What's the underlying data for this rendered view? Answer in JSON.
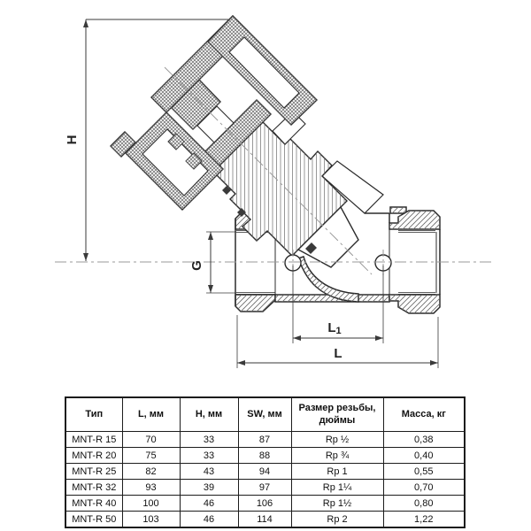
{
  "drawing": {
    "dim_height_label": "H",
    "dim_thread_label": "G",
    "dim_port_label_main": "L",
    "dim_port_label_sub": "1",
    "dim_length_label": "L"
  },
  "table": {
    "headers": [
      "Тип",
      "L, мм",
      "H, мм",
      "SW, мм",
      "Размер резьбы,\nдюймы",
      "Масса, кг"
    ],
    "rows": [
      [
        "MNT-R 15",
        "70",
        "33",
        "87",
        "Rp ½",
        "0,38"
      ],
      [
        "MNT-R 20",
        "75",
        "33",
        "88",
        "Rp ¾",
        "0,40"
      ],
      [
        "MNT-R 25",
        "82",
        "43",
        "94",
        "Rp 1",
        "0,55"
      ],
      [
        "MNT-R 32",
        "93",
        "39",
        "97",
        "Rp 1¼",
        "0,70"
      ],
      [
        "MNT-R 40",
        "100",
        "46",
        "106",
        "Rp 1½",
        "0,80"
      ],
      [
        "MNT-R 50",
        "103",
        "46",
        "114",
        "Rp 2",
        "1,22"
      ]
    ]
  },
  "colors": {
    "line": "#2b2b2b",
    "dimension": "#3a3a3a",
    "hatch": "#6e6e6e",
    "centerline": "#9a9a9a",
    "table_border": "#1c1c1c",
    "text": "#111111"
  }
}
